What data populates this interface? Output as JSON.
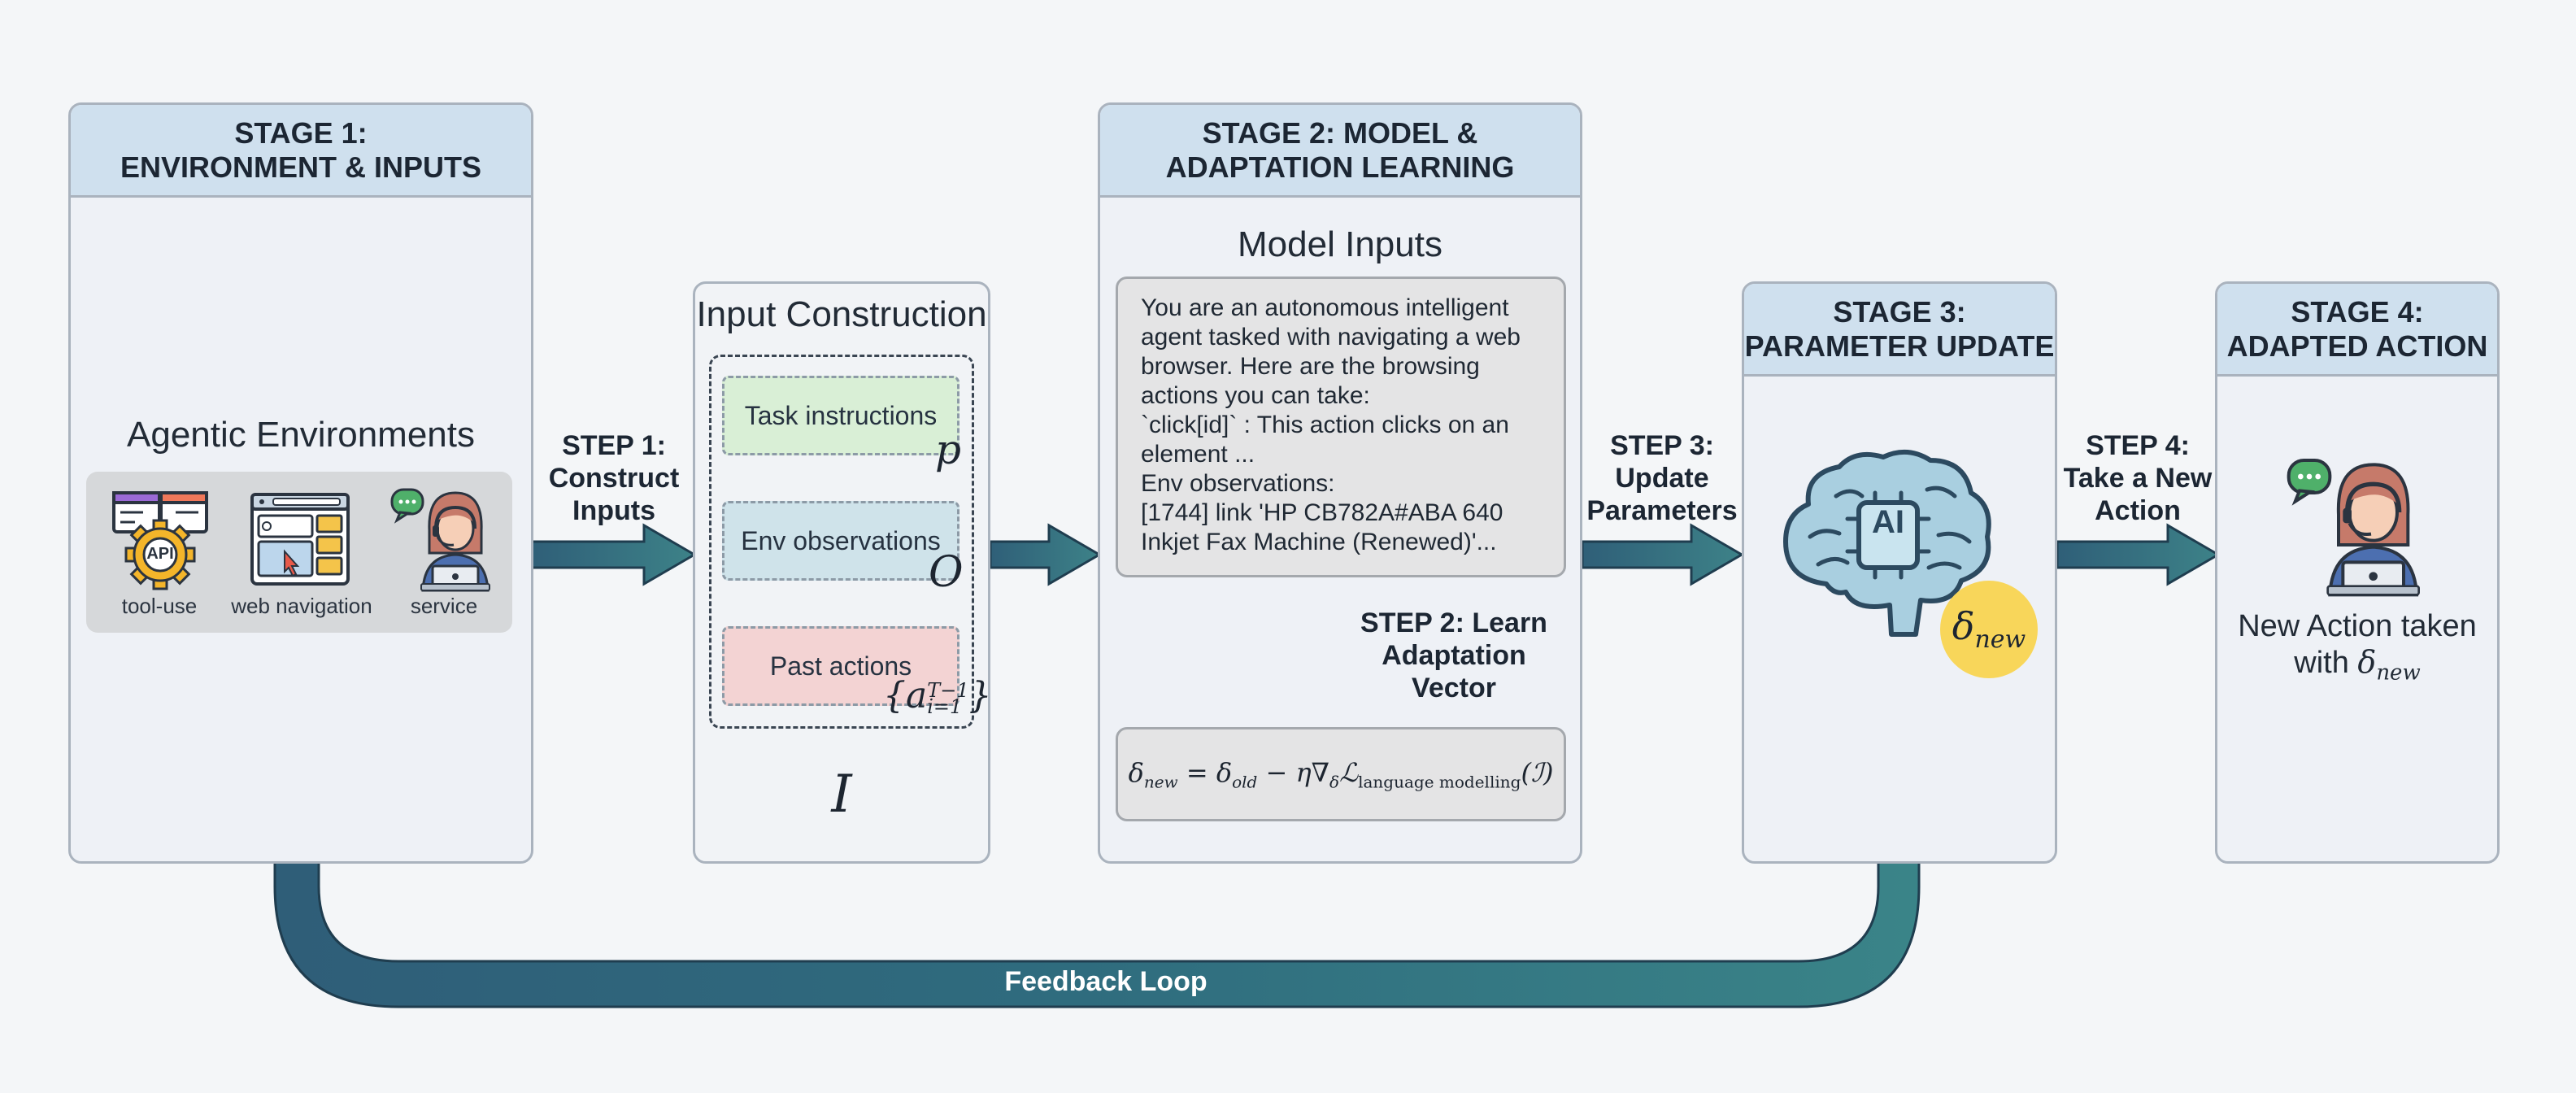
{
  "stage1": {
    "title_line1": "STAGE 1:",
    "title_line2": "ENVIRONMENT & INPUTS",
    "subtitle": "Agentic Environments",
    "env_items": [
      {
        "label": "tool-use",
        "icon": "api-gear-icon"
      },
      {
        "label": "web navigation",
        "icon": "browser-window-icon"
      },
      {
        "label": "service",
        "icon": "customer-service-agent-icon"
      }
    ],
    "api_icon_text": "API"
  },
  "step1": {
    "line1": "STEP 1:",
    "line2": "Construct",
    "line3": "Inputs"
  },
  "input_construction": {
    "title": "Input Construction",
    "items": [
      {
        "label": "Task instructions",
        "symbol": "p",
        "color": "#d9efd6"
      },
      {
        "label": "Env observations",
        "symbol": "O",
        "color": "#cfe3ea"
      },
      {
        "label": "Past actions",
        "symbol": "{a_{i=1}^{T-1}}",
        "color": "#f3d3d3"
      }
    ],
    "symbol_past_base": "{a",
    "symbol_past_sup": "T−1",
    "symbol_past_sub": "i=1",
    "symbol_past_close": "}",
    "aggregate_symbol": "I"
  },
  "stage2": {
    "title_line1": "STAGE 2: MODEL &",
    "title_line2": "ADAPTATION LEARNING",
    "model_inputs_title": "Model Inputs",
    "prompt_lines": [
      "You are an autonomous intelligent",
      "agent tasked with navigating a web",
      "browser. Here are the browsing",
      "actions you can take:",
      "`click[id]` : This action clicks on an",
      "element ...",
      "Env observations:",
      "[1744] link 'HP CB782A#ABA 640",
      "Inkjet Fax Machine (Renewed)'..."
    ],
    "step2_line1": "STEP 2: Learn",
    "step2_line2": "Adaptation",
    "step2_line3": "Vector",
    "formula": {
      "lhs": "δ",
      "lhs_sub": "new",
      "eq": "=",
      "t1": "δ",
      "t1_sub": "old",
      "minus": "−",
      "eta": "η",
      "nabla": "∇",
      "nabla_sub": "δ",
      "loss": "ℒ",
      "loss_sub": "language modelling",
      "arg": "(ℐ)"
    }
  },
  "step3": {
    "line1": "STEP 3:",
    "line2": "Update",
    "line3": "Parameters"
  },
  "stage3": {
    "title_line1": "STAGE 3:",
    "title_line2": "PARAMETER UPDATE",
    "chip_text": "AI",
    "delta_symbol": "δ",
    "delta_sub": "new"
  },
  "step4": {
    "line1": "STEP 4:",
    "line2": "Take a New",
    "line3": "Action"
  },
  "stage4": {
    "title_line1": "STAGE 4:",
    "title_line2": "ADAPTED ACTION",
    "caption_line1": "New Action taken",
    "caption_line2_prefix": "with ",
    "delta_symbol": "δ",
    "delta_sub": "new"
  },
  "feedback": {
    "label": "Feedback Loop"
  },
  "colors": {
    "arrow": "#3a7888",
    "arrow_dark": "#29586c",
    "header": "#cfe0ee",
    "panel": "#eef1f6",
    "delta_badge": "#f8d65a"
  }
}
